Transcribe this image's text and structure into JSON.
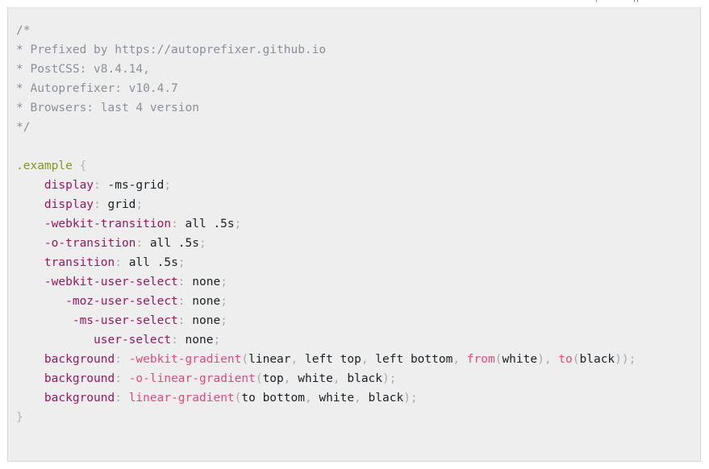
{
  "colors": {
    "panel_background": "#eeeeee",
    "page_background": "#ffffff",
    "panel_border": "#d6d6d6",
    "comment": "#8a8f99",
    "selector": "#7f9a1e",
    "property": "#99155e",
    "function": "#e0487f",
    "value": "#1b1f23",
    "punctuation": "#a9a9a9",
    "brace": "#b5b5b5"
  },
  "top_fragments": {
    "a": "|",
    "b": "|",
    "c": "|"
  },
  "code": {
    "language": "css",
    "lines": [
      {
        "n": 1,
        "indent": "",
        "kind": "comment",
        "text": "/*"
      },
      {
        "n": 2,
        "indent": "",
        "kind": "comment",
        "text": "* Prefixed by https://autoprefixer.github.io"
      },
      {
        "n": 3,
        "indent": "",
        "kind": "comment",
        "text": "* PostCSS: v8.4.14,"
      },
      {
        "n": 4,
        "indent": "",
        "kind": "comment",
        "text": "* Autoprefixer: v10.4.7"
      },
      {
        "n": 5,
        "indent": "",
        "kind": "comment",
        "text": "* Browsers: last 4 version"
      },
      {
        "n": 6,
        "indent": "",
        "kind": "comment",
        "text": "*/"
      },
      {
        "n": 7,
        "indent": "",
        "kind": "blank",
        "text": ""
      },
      {
        "n": 8,
        "indent": "",
        "kind": "selector",
        "selector": ".example",
        "brace": " {"
      },
      {
        "n": 9,
        "indent": "    ",
        "kind": "decl",
        "property": "display",
        "colon": ":",
        "value": " -ms-grid",
        "semi": ";"
      },
      {
        "n": 10,
        "indent": "    ",
        "kind": "decl",
        "property": "display",
        "colon": ":",
        "value": " grid",
        "semi": ";"
      },
      {
        "n": 11,
        "indent": "    ",
        "kind": "decl",
        "property": "-webkit-transition",
        "colon": ":",
        "value": " all .5s",
        "semi": ";"
      },
      {
        "n": 12,
        "indent": "    ",
        "kind": "decl",
        "property": "-o-transition",
        "colon": ":",
        "value": " all .5s",
        "semi": ";"
      },
      {
        "n": 13,
        "indent": "    ",
        "kind": "decl",
        "property": "transition",
        "colon": ":",
        "value": " all .5s",
        "semi": ";"
      },
      {
        "n": 14,
        "indent": "    ",
        "kind": "decl",
        "property": "-webkit-user-select",
        "colon": ":",
        "value": " none",
        "semi": ";"
      },
      {
        "n": 15,
        "indent": "       ",
        "kind": "decl",
        "property": "-moz-user-select",
        "colon": ":",
        "value": " none",
        "semi": ";"
      },
      {
        "n": 16,
        "indent": "        ",
        "kind": "decl",
        "property": "-ms-user-select",
        "colon": ":",
        "value": " none",
        "semi": ";"
      },
      {
        "n": 17,
        "indent": "           ",
        "kind": "decl",
        "property": "user-select",
        "colon": ":",
        "value": " none",
        "semi": ";"
      },
      {
        "n": 18,
        "indent": "    ",
        "kind": "decl-fn",
        "property": "background",
        "colon": ":",
        "parts": [
          {
            "t": " ",
            "c": "val"
          },
          {
            "t": "-webkit-gradient",
            "c": "fn"
          },
          {
            "t": "(",
            "c": "punct"
          },
          {
            "t": "linear",
            "c": "val"
          },
          {
            "t": ",",
            "c": "punct"
          },
          {
            "t": " left top",
            "c": "val"
          },
          {
            "t": ",",
            "c": "punct"
          },
          {
            "t": " left bottom",
            "c": "val"
          },
          {
            "t": ",",
            "c": "punct"
          },
          {
            "t": " ",
            "c": "val"
          },
          {
            "t": "from",
            "c": "fn"
          },
          {
            "t": "(",
            "c": "punct"
          },
          {
            "t": "white",
            "c": "val"
          },
          {
            "t": ")",
            "c": "punct"
          },
          {
            "t": ",",
            "c": "punct"
          },
          {
            "t": " ",
            "c": "val"
          },
          {
            "t": "to",
            "c": "fn"
          },
          {
            "t": "(",
            "c": "punct"
          },
          {
            "t": "black",
            "c": "val"
          },
          {
            "t": ")",
            "c": "punct"
          },
          {
            "t": ")",
            "c": "punct"
          },
          {
            "t": ";",
            "c": "punct"
          }
        ]
      },
      {
        "n": 19,
        "indent": "    ",
        "kind": "decl-fn",
        "property": "background",
        "colon": ":",
        "parts": [
          {
            "t": " ",
            "c": "val"
          },
          {
            "t": "-o-linear-gradient",
            "c": "fn"
          },
          {
            "t": "(",
            "c": "punct"
          },
          {
            "t": "top",
            "c": "val"
          },
          {
            "t": ",",
            "c": "punct"
          },
          {
            "t": " white",
            "c": "val"
          },
          {
            "t": ",",
            "c": "punct"
          },
          {
            "t": " black",
            "c": "val"
          },
          {
            "t": ")",
            "c": "punct"
          },
          {
            "t": ";",
            "c": "punct"
          }
        ]
      },
      {
        "n": 20,
        "indent": "    ",
        "kind": "decl-fn",
        "property": "background",
        "colon": ":",
        "parts": [
          {
            "t": " ",
            "c": "val"
          },
          {
            "t": "linear-gradient",
            "c": "fn"
          },
          {
            "t": "(",
            "c": "punct"
          },
          {
            "t": "to bottom",
            "c": "val"
          },
          {
            "t": ",",
            "c": "punct"
          },
          {
            "t": " white",
            "c": "val"
          },
          {
            "t": ",",
            "c": "punct"
          },
          {
            "t": " black",
            "c": "val"
          },
          {
            "t": ")",
            "c": "punct"
          },
          {
            "t": ";",
            "c": "punct"
          }
        ]
      },
      {
        "n": 21,
        "indent": "",
        "kind": "close",
        "text": "}"
      }
    ]
  }
}
